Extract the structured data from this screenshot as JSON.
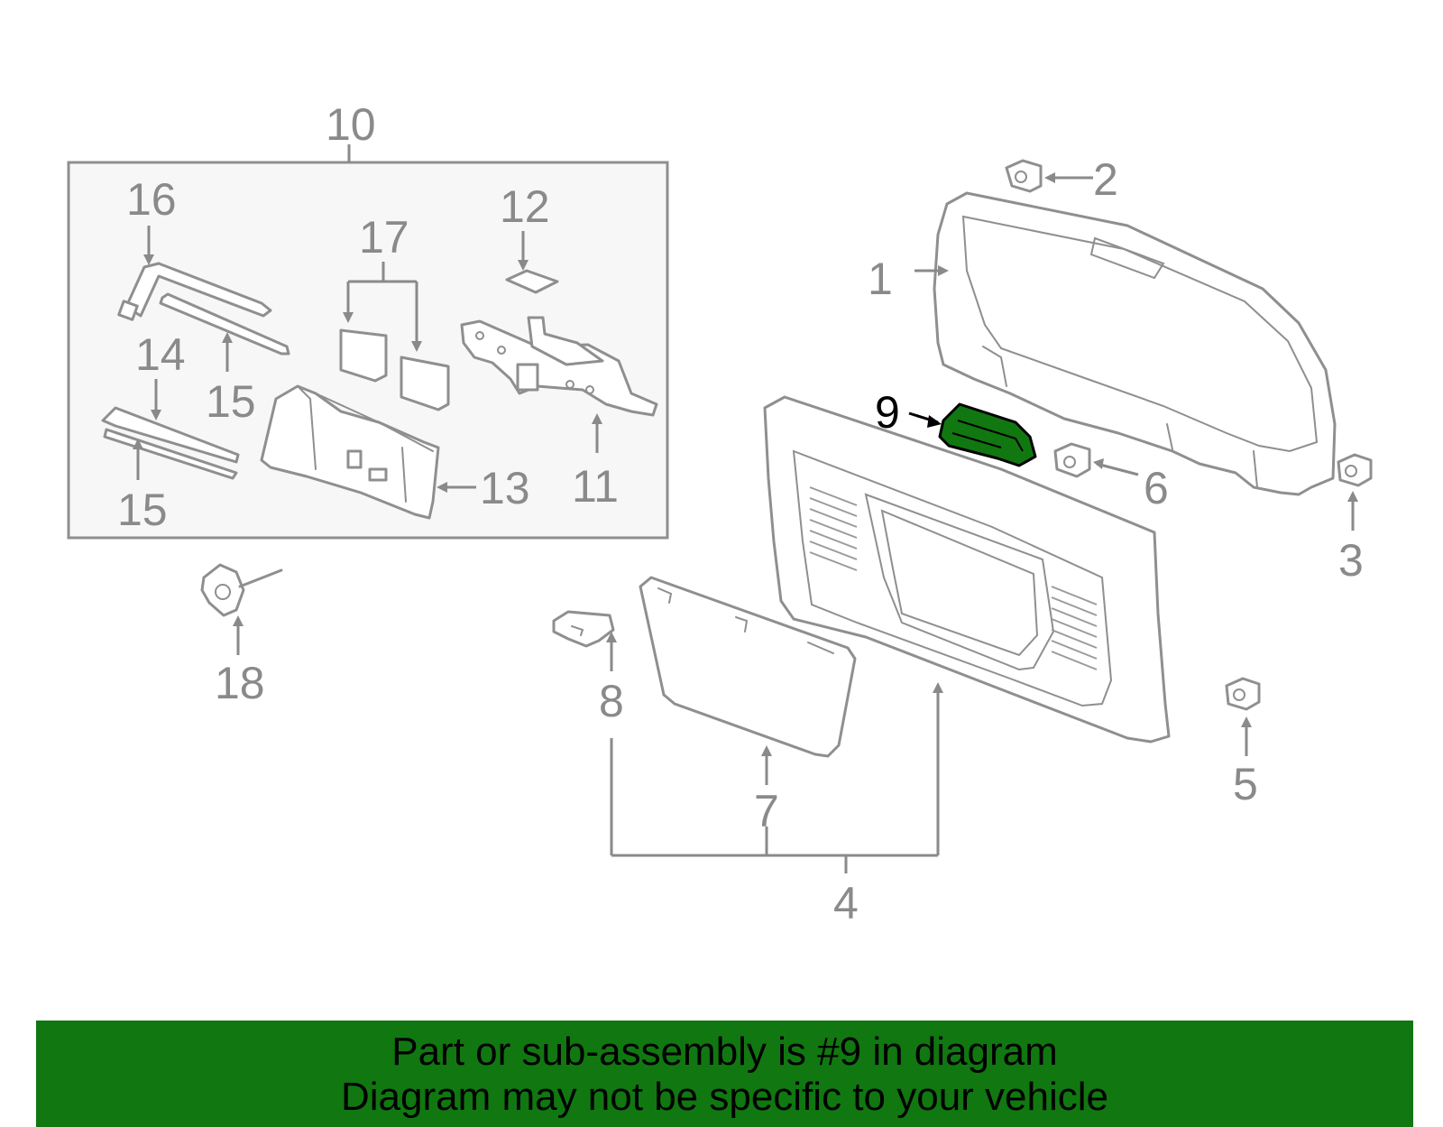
{
  "diagram": {
    "highlight_part": "9",
    "highlight_color": "#117711",
    "callouts": [
      "1",
      "2",
      "3",
      "4",
      "5",
      "6",
      "7",
      "8",
      "9",
      "10",
      "11",
      "12",
      "13",
      "14",
      "15",
      "15",
      "16",
      "17",
      "18"
    ]
  },
  "banner": {
    "line1": "Part or sub-assembly is #9 in diagram",
    "line2": "Diagram may not be specific to your vehicle",
    "background": "#117711"
  }
}
